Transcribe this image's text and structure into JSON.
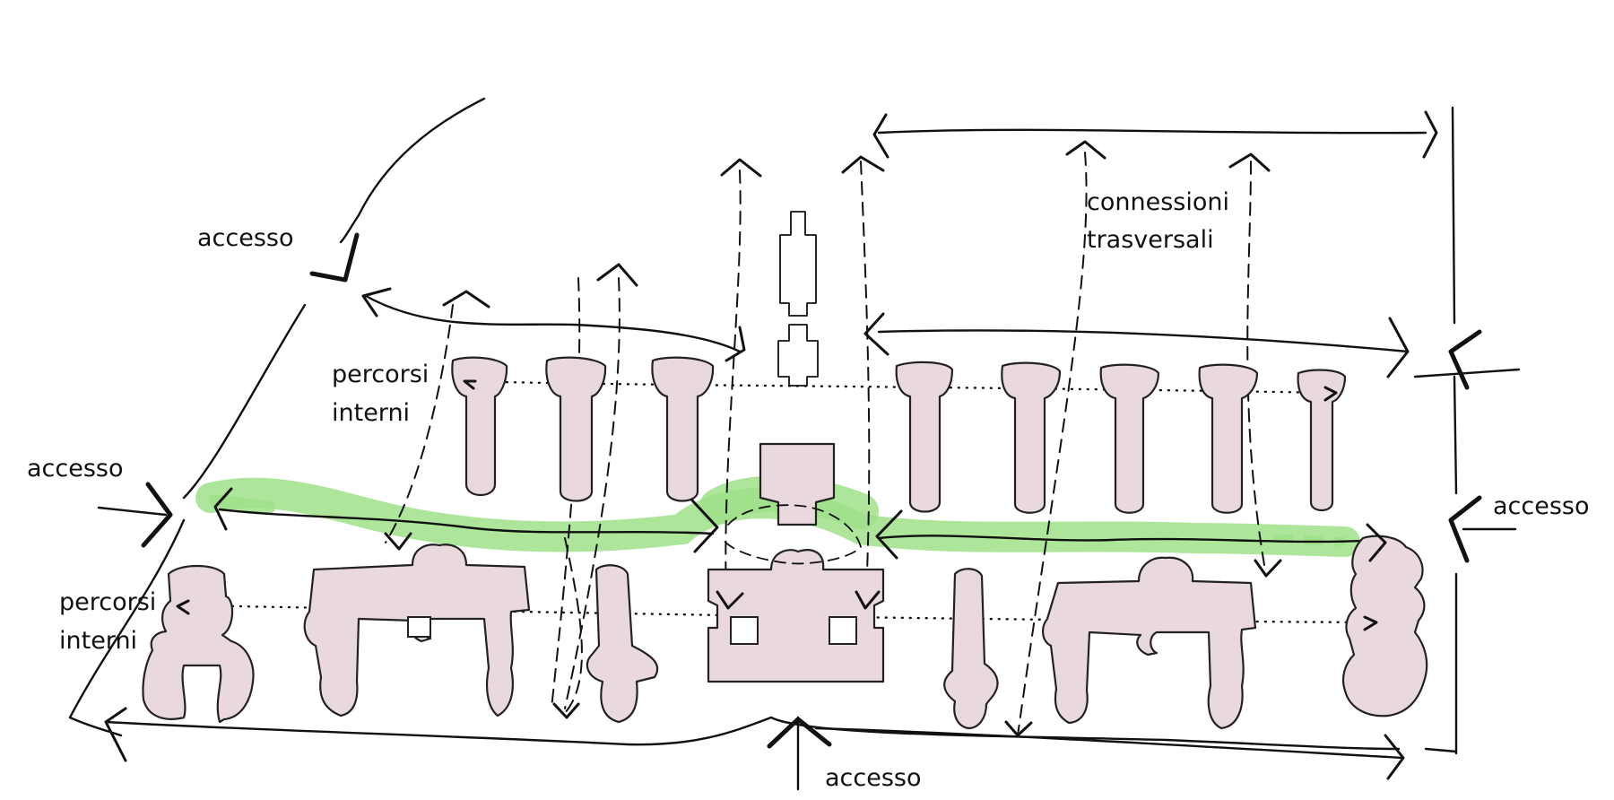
{
  "colors": {
    "ink": "#111111",
    "building_fill": "#ead9dc",
    "green_path": "#9fe08a",
    "background": "#ffffff"
  },
  "labels": {
    "access_top_left": "accesso",
    "access_left": "accesso",
    "access_right": "accesso",
    "access_bottom": "accesso",
    "internal_paths_top_line1": "percorsi",
    "internal_paths_top_line2": "interni",
    "internal_paths_bottom_line1": "percorsi",
    "internal_paths_bottom_line2": "interni",
    "transverse_line1": "connessioni",
    "transverse_line2": "trasversali"
  }
}
